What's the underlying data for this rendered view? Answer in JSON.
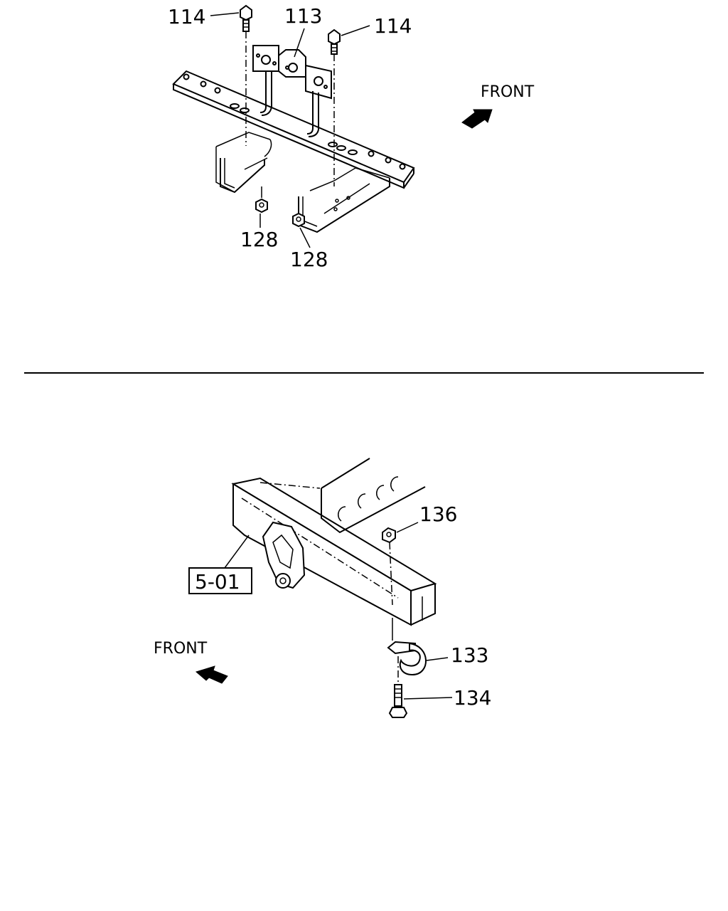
{
  "upper_diagram": {
    "callouts": {
      "bolt_left": "114",
      "bracket": "113",
      "bolt_right": "114",
      "nut_left": "128",
      "nut_right": "128"
    },
    "front_label": "FRONT"
  },
  "lower_diagram": {
    "callouts": {
      "nut": "136",
      "reference": "5-01",
      "tow_hook": "133",
      "bolt": "134"
    },
    "front_label": "FRONT"
  }
}
